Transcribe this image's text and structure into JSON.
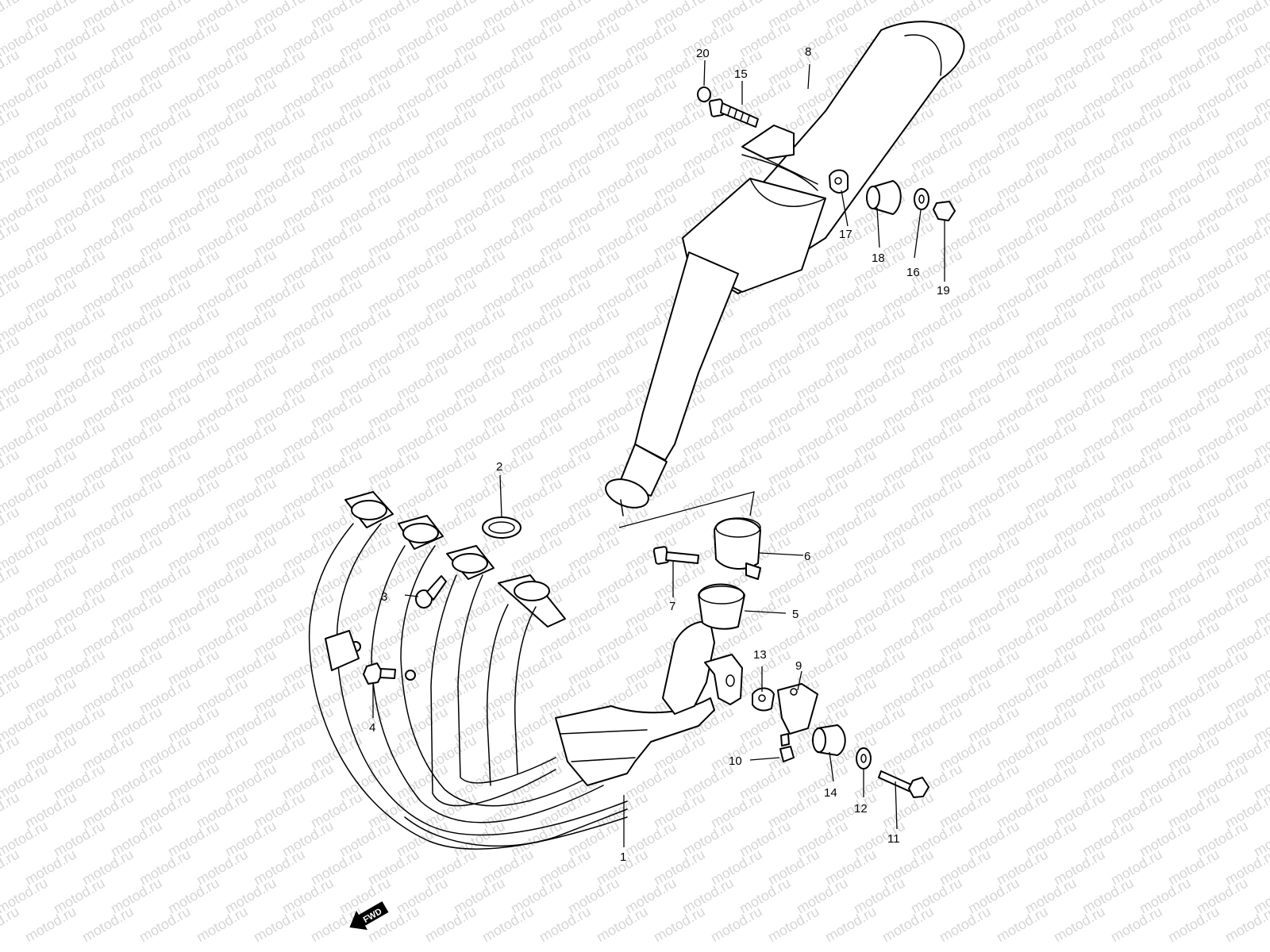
{
  "watermark": {
    "text": "motod.ru",
    "color": "#b4b4b4"
  },
  "direction_badge": {
    "label": "FWD",
    "icon": "arrow-forward-icon"
  },
  "callouts": [
    {
      "id": "p1",
      "label": "1"
    },
    {
      "id": "p2",
      "label": "2"
    },
    {
      "id": "p3",
      "label": "3"
    },
    {
      "id": "p4",
      "label": "4"
    },
    {
      "id": "p5",
      "label": "5"
    },
    {
      "id": "p6",
      "label": "6"
    },
    {
      "id": "p7",
      "label": "7"
    },
    {
      "id": "p8",
      "label": "8"
    },
    {
      "id": "p9",
      "label": "9"
    },
    {
      "id": "p10",
      "label": "10"
    },
    {
      "id": "p11",
      "label": "11"
    },
    {
      "id": "p12",
      "label": "12"
    },
    {
      "id": "p13",
      "label": "13"
    },
    {
      "id": "p14",
      "label": "14"
    },
    {
      "id": "p15",
      "label": "15"
    },
    {
      "id": "p16",
      "label": "16"
    },
    {
      "id": "p17",
      "label": "17"
    },
    {
      "id": "p18",
      "label": "18"
    },
    {
      "id": "p19",
      "label": "19"
    },
    {
      "id": "p20",
      "label": "20"
    }
  ]
}
